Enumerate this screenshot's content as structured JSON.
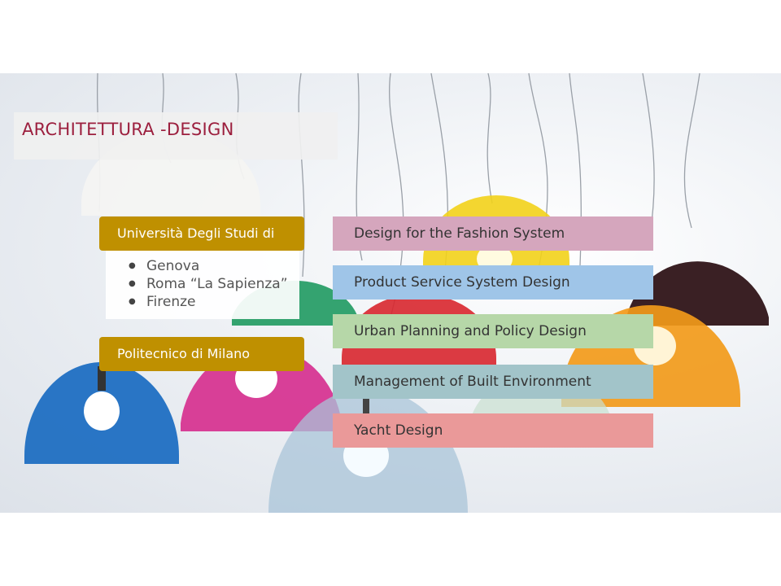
{
  "slide": {
    "title": "ARCHITETTURA -DESIGN",
    "universities": {
      "header": "Università Degli Studi di",
      "cities": [
        "Genova",
        "Roma “La Sapienza”",
        "Firenze"
      ]
    },
    "politecnico": "Politecnico di Milano",
    "courses": [
      {
        "label": "Design for the Fashion System",
        "color": "#d5a6bd"
      },
      {
        "label": "Product Service System Design",
        "color": "#9fc5e8"
      },
      {
        "label": "Urban Planning and Policy Design",
        "color": "#b6d7a8"
      },
      {
        "label": "Management of Built Environment",
        "color": "#a2c4c9"
      },
      {
        "label": "Yacht Design",
        "color": "#ea9999"
      }
    ],
    "colors": {
      "title": "#9c1f3e",
      "header_bg": "#bf9000"
    }
  }
}
